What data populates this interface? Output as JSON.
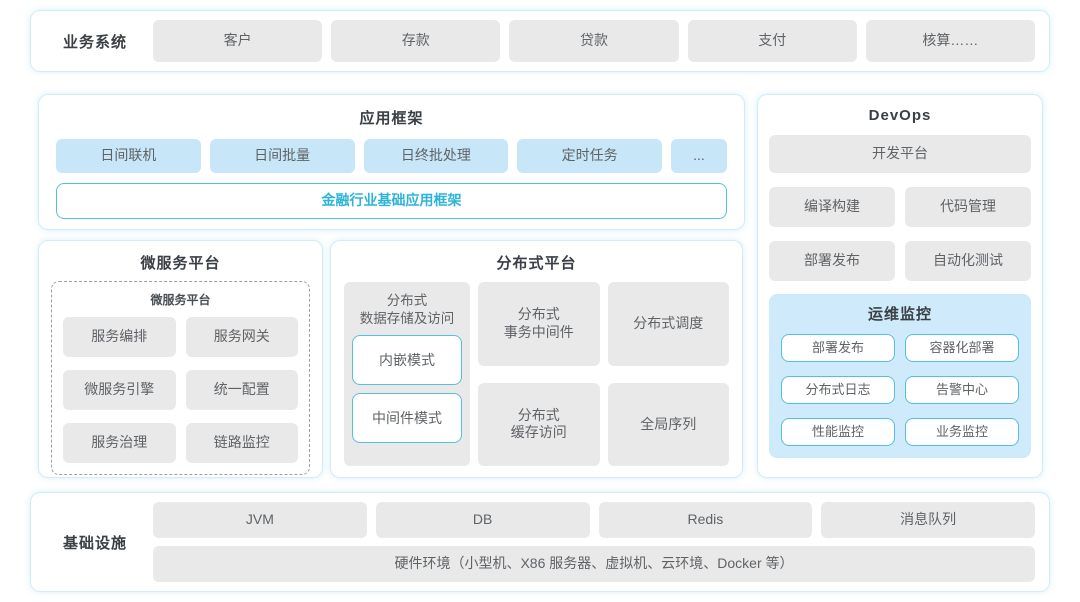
{
  "colors": {
    "accent_cyan": "#2eb4d8",
    "cyan_border": "#55c0dc",
    "blue_box": "#c7e6f8",
    "monitor_bg": "#cfeafa",
    "gray_box": "#e9e9ea",
    "panel_border": "#d2ecf7",
    "title_text": "#3a3f45",
    "body_text": "#5f6366"
  },
  "business_systems": {
    "label": "业务系统",
    "items": [
      "客户",
      "存款",
      "贷款",
      "支付",
      "核算……"
    ]
  },
  "app_framework": {
    "title": "应用框架",
    "modules": [
      "日间联机",
      "日间批量",
      "日终批处理",
      "定时任务",
      "..."
    ],
    "base": "金融行业基础应用框架"
  },
  "devops": {
    "title": "DevOps",
    "platform": "开发平台",
    "tools": [
      "编译构建",
      "代码管理",
      "部署发布",
      "自动化测试"
    ],
    "monitoring": {
      "title": "运维监控",
      "items": [
        "部署发布",
        "容器化部署",
        "分布式日志",
        "告警中心",
        "性能监控",
        "业务监控"
      ]
    }
  },
  "microservice": {
    "title": "微服务平台",
    "inner_title": "微服务平台",
    "items": [
      "服务编排",
      "服务网关",
      "微服务引擎",
      "统一配置",
      "服务治理",
      "链路监控"
    ]
  },
  "distributed": {
    "title": "分布式平台",
    "storage": {
      "title": "分布式\n数据存储及访问",
      "modes": [
        "内嵌模式",
        "中间件模式"
      ]
    },
    "col2": [
      "分布式\n事务中间件",
      "分布式\n缓存访问"
    ],
    "col3": [
      "分布式调度",
      "全局序列"
    ]
  },
  "infrastructure": {
    "label": "基础设施",
    "items": [
      "JVM",
      "DB",
      "Redis",
      "消息队列"
    ],
    "hardware": "硬件环境（小型机、X86 服务器、虚拟机、云环境、Docker 等）"
  }
}
